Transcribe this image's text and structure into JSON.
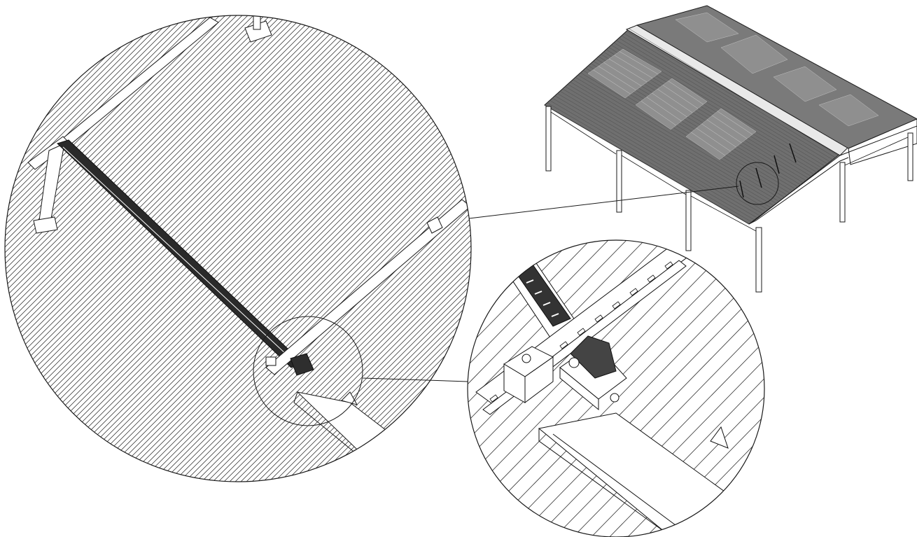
{
  "diagram": {
    "views": [
      {
        "id": "overview",
        "subject": "canopy-structure-with-panels"
      },
      {
        "id": "detail-large",
        "subject": "rail-and-brace-on-corrugated-roof"
      },
      {
        "id": "detail-small",
        "subject": "clamp-connection-closeup"
      }
    ],
    "colors": {
      "line": "#1a1a1a",
      "roof_fill": "#6f6f6f",
      "panel_fill": "#8a8a8a",
      "background": "#ffffff"
    }
  }
}
